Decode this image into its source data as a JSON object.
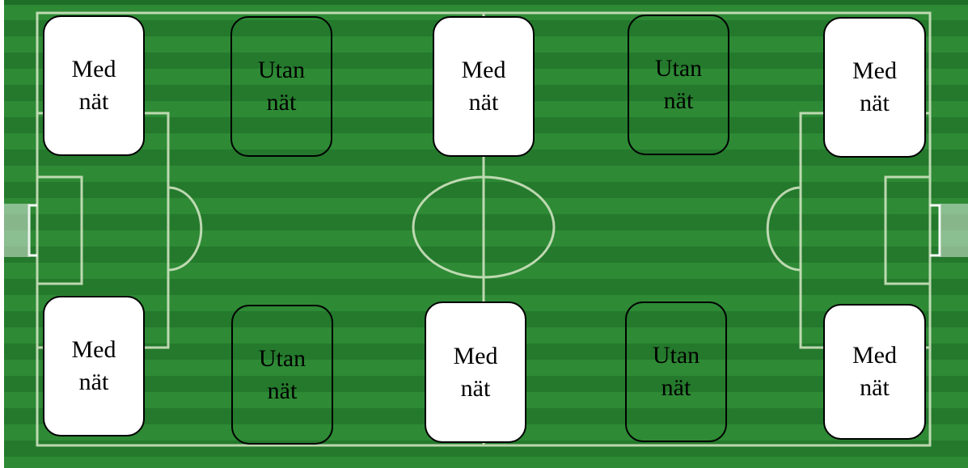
{
  "colors": {
    "grass_light": "#2e8a35",
    "grass_dark": "#24792c",
    "pitch_lines": "#d8e8c8",
    "zone_with_net_fill": "#ffffff",
    "zone_border": "#000000"
  },
  "zones": {
    "top_1": {
      "line1": "Med",
      "line2": "nät"
    },
    "top_2": {
      "line1": "Utan",
      "line2": "nät"
    },
    "top_3": {
      "line1": "Med",
      "line2": "nät"
    },
    "top_4": {
      "line1": "Utan",
      "line2": "nät"
    },
    "top_5": {
      "line1": "Med",
      "line2": "nät"
    },
    "bottom_1": {
      "line1": "Med",
      "line2": "nät"
    },
    "bottom_2": {
      "line1": "Utan",
      "line2": "nät"
    },
    "bottom_3": {
      "line1": "Med",
      "line2": "nät"
    },
    "bottom_4": {
      "line1": "Utan",
      "line2": "nät"
    },
    "bottom_5": {
      "line1": "Med",
      "line2": "nät"
    }
  }
}
